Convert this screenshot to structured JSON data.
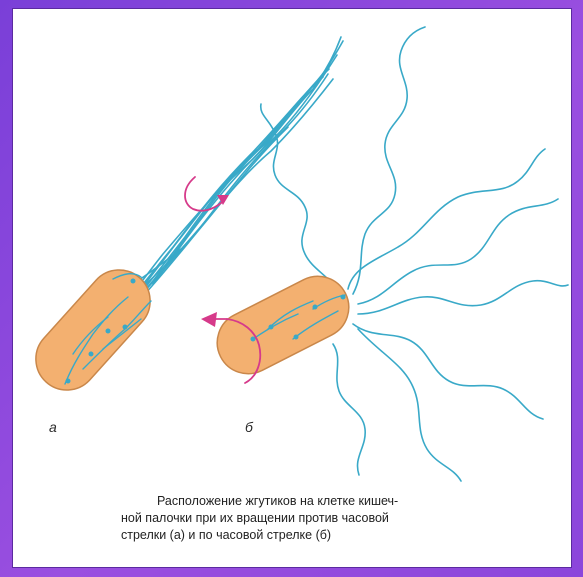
{
  "diagram": {
    "labels": {
      "a": "а",
      "b": "б"
    },
    "caption": {
      "line1": "Расположение жгутиков на клетке кишеч-",
      "line2": "ной палочки при их вращении против часовой",
      "line3": "стрелки (а) и по часовой стрелке (б)"
    },
    "colors": {
      "cell_fill": "#f3b070",
      "cell_stroke": "#c9874a",
      "flagella": "#39a9c8",
      "rotation_arrow": "#d63a8a"
    }
  }
}
